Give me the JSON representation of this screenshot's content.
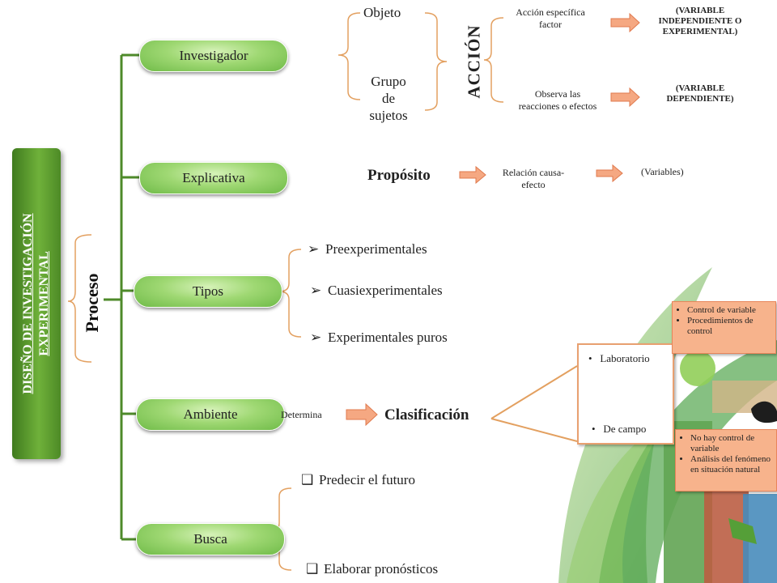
{
  "title": "DISEÑO DE INVESTIGACIÓN\nEXPERIMENTAL",
  "proceso": "Proceso",
  "nodes": {
    "investigador": "Investigador",
    "explicativa": "Explicativa",
    "tipos": "Tipos",
    "ambiente": "Ambiente",
    "busca": "Busca"
  },
  "investigador": {
    "objeto": "Objeto",
    "grupo": "Grupo\nde\nsujetos",
    "accion": "ACCIÓN",
    "accion_especifica": "Acción específica\nfactor",
    "var_independiente": "(VARIABLE\nINDEPENDIENTE O\nEXPERIMENTAL)",
    "observa": "Observa las\nreacciones o efectos",
    "var_dependiente": "(VARIABLE\nDEPENDIENTE)"
  },
  "explicativa": {
    "proposito": "Propósito",
    "relacion": "Relación causa-\nefecto",
    "variables": "(Variables)"
  },
  "tipos": {
    "items": [
      "Preexperimentales",
      "Cuasiexperimentales",
      "Experimentales puros"
    ],
    "marker": "➢"
  },
  "ambiente": {
    "determina": "Determina",
    "clasificacion": "Clasificación",
    "laboratorio": "Laboratorio",
    "de_campo": "De campo",
    "lab_notes": [
      "Control de variable",
      "Procedimientos de control"
    ],
    "campo_notes": [
      "No hay control de variable",
      "Análisis del fenómeno en situación natural"
    ]
  },
  "busca": {
    "items": [
      "Predecir el futuro",
      "Elaborar pronósticos"
    ],
    "marker": "❑"
  },
  "colors": {
    "green_dark": "#4e8a2a",
    "arrow_fill": "#f5a882",
    "arrow_stroke": "#e07a4e",
    "bracket": "#e3a060"
  }
}
